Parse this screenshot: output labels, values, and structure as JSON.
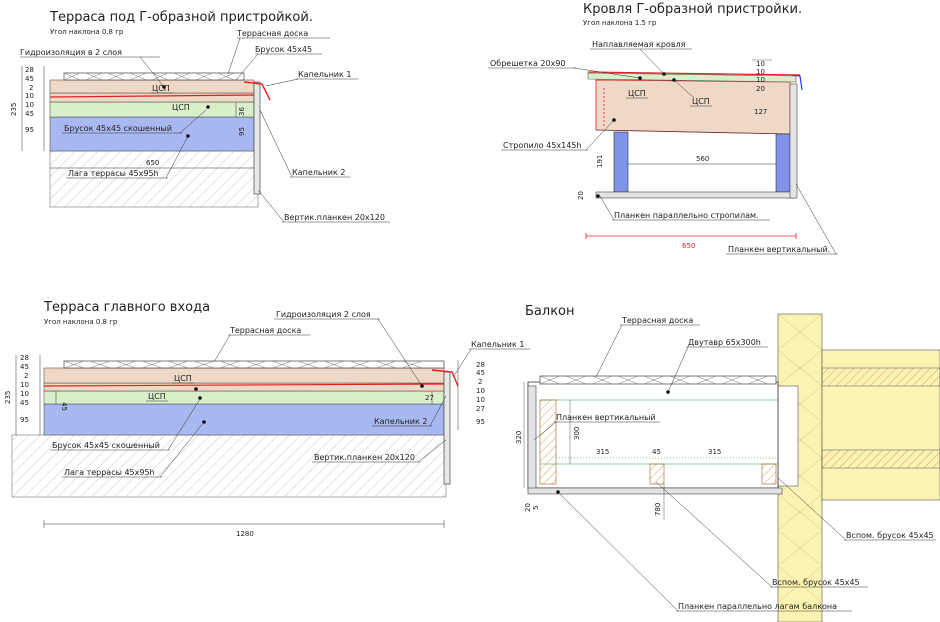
{
  "colors": {
    "board": "#efd9c6",
    "hydro": "#d9efc9",
    "beam": "#a8b8f0",
    "red": "#e02020",
    "line": "#333333",
    "post_blue": "#7f93ea",
    "wall_yellow": "#fbf3b2"
  },
  "sec1": {
    "title": "Терраса под Г-образной пристройкой.",
    "slope": "Угол наклона 0.8 гр",
    "hydro": "Гидроизоляция в 2 слоя",
    "deck": "Террасная доска",
    "bar": "Брусок 45х45",
    "drip1": "Капельник 1",
    "csp1": "ЦСП",
    "csp2": "ЦСП",
    "bevel": "Брусок 45х45 скошенный",
    "joist": "Лага террасы 45х95h",
    "drip2": "Капельник 2",
    "plank": "Вертик.планкен 20х120",
    "d28": "28",
    "d45": "45",
    "d2": "2",
    "d10a": "10",
    "d10b": "10",
    "d45b": "45",
    "d95": "95",
    "d235": "235",
    "d36": "36",
    "d95r": "95",
    "d650": "650"
  },
  "sec2": {
    "title": "Кровля Г-образной пристройки.",
    "slope": "Угол наклона 1.5 гр",
    "roofing": "Наплавляемая кровля",
    "lath": "Обрешетка 20х90",
    "csp1": "ЦСП",
    "csp2": "ЦСП",
    "rafter": "Стропило 45х145h",
    "plank_par": "Планкен параллельно стропилам.",
    "plank_vert": "Планкен вертикальный.",
    "d10a": "10",
    "d10b": "10",
    "d10c": "10",
    "d20": "20",
    "d127": "127",
    "d191": "191",
    "d560": "560",
    "d20b": "20",
    "d650": "650"
  },
  "sec3": {
    "title": "Терраса главного входа",
    "slope": "Угол наклона 0.8 гр",
    "hydro": "Гидроизоляция 2 слоя",
    "deck": "Террасная доска",
    "drip1": "Капельник 1",
    "csp1": "ЦСП",
    "csp2": "ЦСП",
    "drip2": "Капельник 2",
    "bevel": "Брусок 45х45 скошенный",
    "joist": "Лага террасы 45х95h",
    "plank": "Вертик.планкен 20х120",
    "d28": "28",
    "d45": "45",
    "d2": "2",
    "d10a": "10",
    "d10b": "10",
    "d45b": "45",
    "d95": "95",
    "d235": "235",
    "d45c": "45",
    "d27": "27",
    "r28": "28",
    "r45": "45",
    "r2": "2",
    "r10a": "10",
    "r10b": "10",
    "r27": "27",
    "r95": "95",
    "d1280": "1280"
  },
  "sec4": {
    "title": "Балкон",
    "deck": "Террасная доска",
    "ibeam": "Двутавр 65х300h",
    "plank_vert": "Планкен вертикальный",
    "d300": "300",
    "d320": "320",
    "d315a": "315",
    "d45": "45",
    "d315b": "315",
    "d780": "780",
    "d20": "20",
    "d5": "5",
    "aux1": "Вспом. брусок 45х45",
    "aux2": "Вспом. брусок 45х45",
    "plank_par": "Планкен параллельно лагам балкона"
  }
}
